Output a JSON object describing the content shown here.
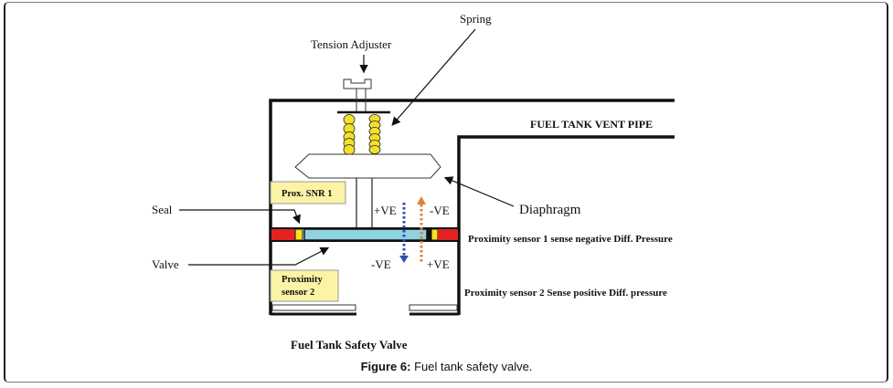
{
  "diagram": {
    "title": "Fuel Tank Safety Valve",
    "labels": {
      "spring": "Spring",
      "tension_adjuster": "Tension Adjuster",
      "vent_pipe": "FUEL TANK VENT PIPE",
      "diaphragm": "Diaphragm",
      "seal": "Seal",
      "valve": "Valve",
      "prox_snr_1": "Prox. SNR 1",
      "proximity_sensor_2_line1": "Proximity",
      "proximity_sensor_2_line2": "sensor 2",
      "upper_left_pressure": "+VE",
      "upper_right_pressure": "-VE",
      "lower_left_pressure": "-VE",
      "lower_right_pressure": "+VE",
      "sensor1_note": "Proximity sensor 1 sense negative Diff. Pressure",
      "sensor2_note": "Proximity sensor 2 Sense positive Diff. pressure"
    },
    "colors": {
      "spring_coil": "#f2e02a",
      "seal_red": "#e52222",
      "seal_yellow": "#f5e320",
      "valve_body": "#8fd3e0",
      "sensor_box": "#fbf3a6",
      "arrow_blue": "#2c4fb0",
      "arrow_orange": "#e0803a"
    }
  },
  "caption": {
    "figure_label": "Figure 6:",
    "figure_text": " Fuel tank safety valve."
  }
}
